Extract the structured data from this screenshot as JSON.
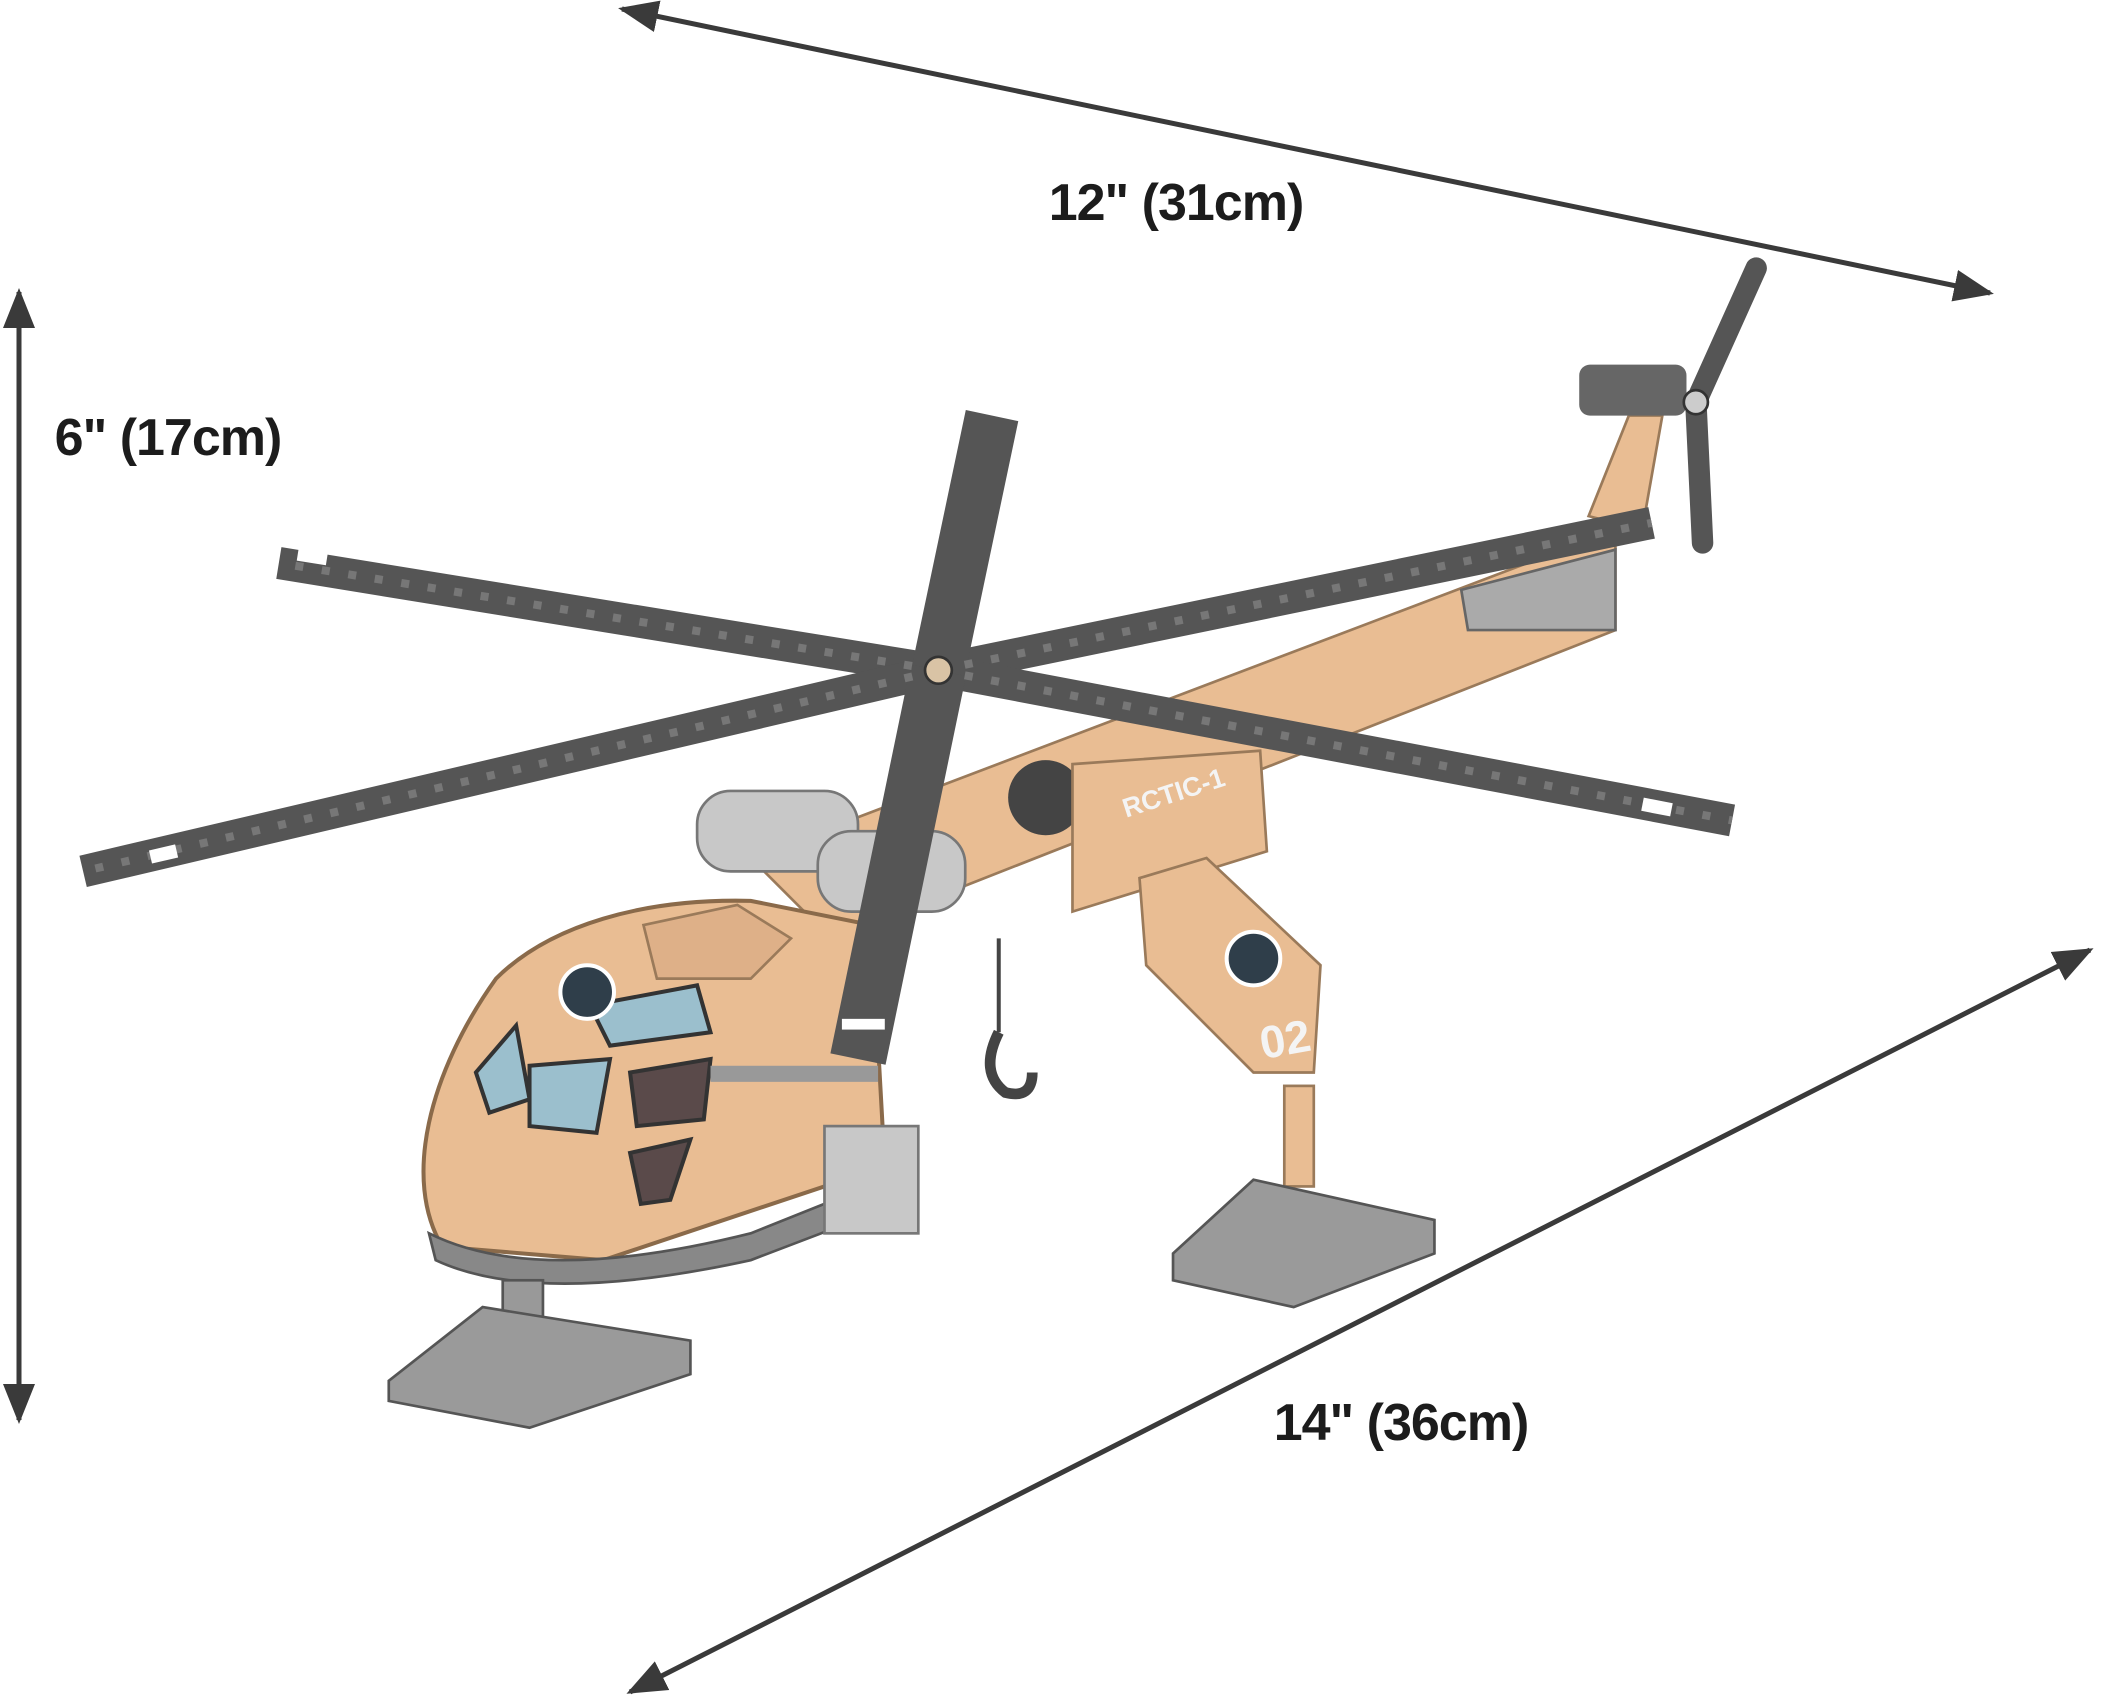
{
  "dimensions": {
    "length": "12\" (31cm)",
    "height": "6\" (17cm)",
    "width": "14\" (36cm)"
  },
  "product": {
    "decal_text": "RCTIC-1",
    "number_decal": "02"
  },
  "colors": {
    "body": "#e9bd93",
    "rotor": "#555555",
    "skid": "#8c8c8c",
    "arrow": "#3a3a3a"
  }
}
